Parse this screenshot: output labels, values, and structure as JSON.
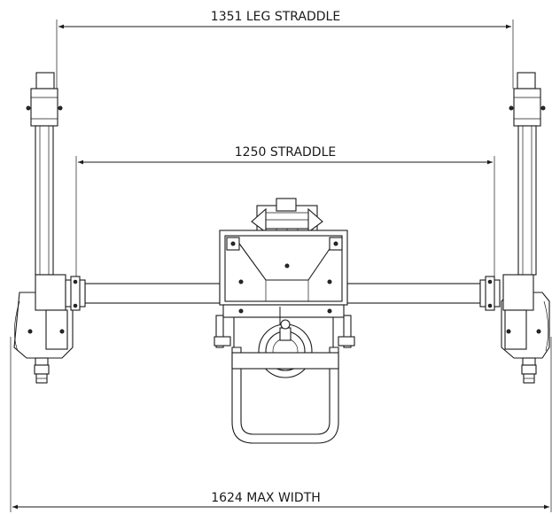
{
  "dimensions": {
    "leg_straddle": "1351 LEG STRADDLE",
    "straddle": "1250 STRADDLE",
    "max_width": "1624 MAX WIDTH"
  }
}
